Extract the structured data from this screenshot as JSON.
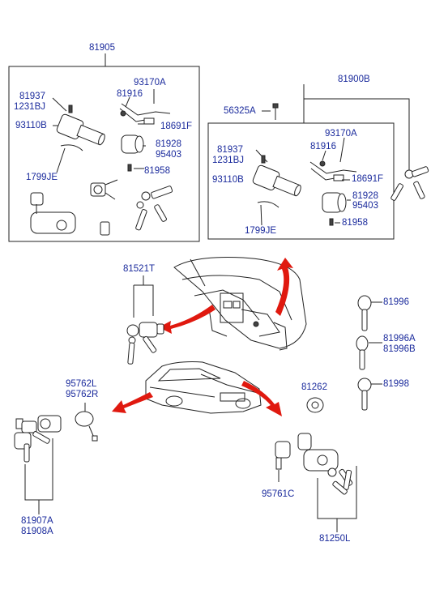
{
  "labels": {
    "top_assembly": "81905",
    "box1": {
      "a1": "81937",
      "a2": "1231BJ",
      "a3": "93110B",
      "a4": "1799JE",
      "b1": "93170A",
      "b2": "81916",
      "b3": "18691F",
      "c1": "81928",
      "c2": "95403",
      "c3": "81958"
    },
    "right_assembly": "81900B",
    "bolt": "56325A",
    "box2": {
      "a1": "81937",
      "a2": "1231BJ",
      "a3": "93110B",
      "a4": "1799JE",
      "b1": "93170A",
      "b2": "81916",
      "b3": "18691F",
      "c1": "81928",
      "c2": "95403",
      "c3": "81958"
    },
    "glove_lock": "81521T",
    "keys": {
      "k1": "81996",
      "k2a": "81996A",
      "k2b": "81996B",
      "k3": "81998"
    },
    "trunk_cyl_l": "95762L",
    "trunk_cyl_r": "95762R",
    "grommet": "81262",
    "door_set_a": "81907A",
    "door_set_b": "81908A",
    "switch": "95761C",
    "trunk_set": "81250L"
  },
  "colors": {
    "label": "#1a2a9c",
    "arrow": "#e0190f",
    "line": "#222222"
  }
}
